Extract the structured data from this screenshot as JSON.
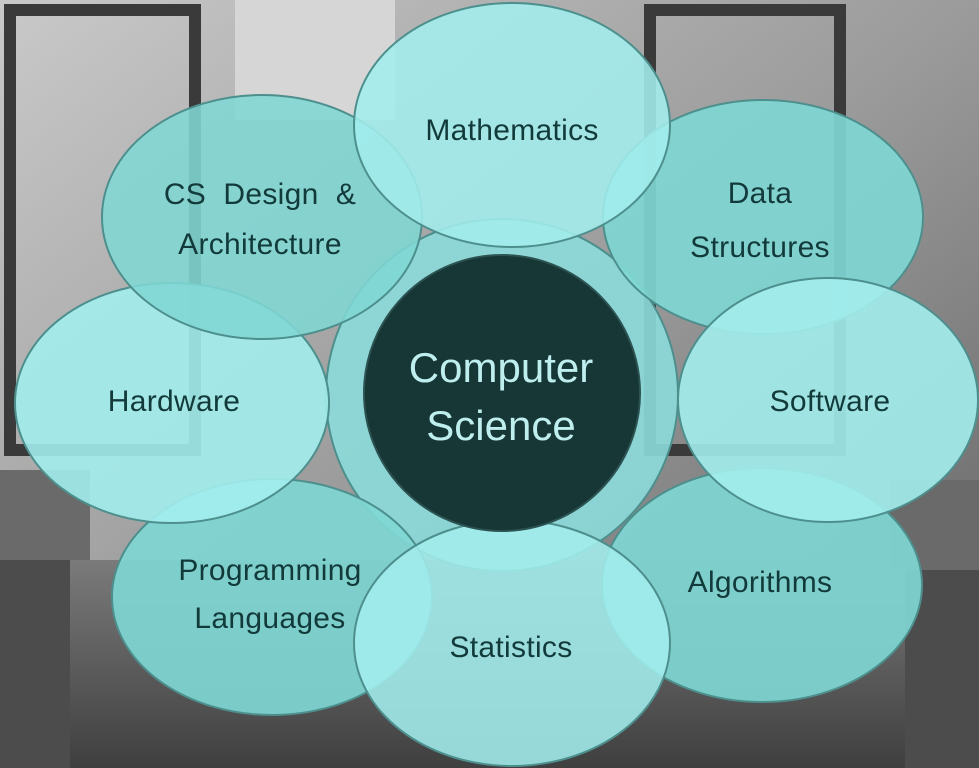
{
  "diagram": {
    "center": {
      "lines": [
        "Computer",
        "Science"
      ]
    },
    "nodes": {
      "mathematics": {
        "lines": [
          "Mathematics"
        ]
      },
      "data_structures": {
        "lines": [
          "Data",
          "Structures"
        ]
      },
      "software": {
        "lines": [
          "Software"
        ]
      },
      "algorithms": {
        "lines": [
          "Algorithms"
        ]
      },
      "statistics": {
        "lines": [
          "Statistics"
        ]
      },
      "programming_languages": {
        "lines": [
          "Programming",
          "Languages"
        ]
      },
      "hardware": {
        "lines": [
          "Hardware"
        ]
      },
      "cs_design_architecture": {
        "lines": [
          "CS  Design  &",
          "Architecture"
        ]
      }
    }
  },
  "colors": {
    "petal_light": "#a3eded",
    "petal_dark": "#7fd7d4",
    "ring": "#8cdcda",
    "center": "#173636",
    "outline": "#4d8f8d",
    "label_dark": "#123a3a",
    "label_light": "#bfeeee"
  }
}
